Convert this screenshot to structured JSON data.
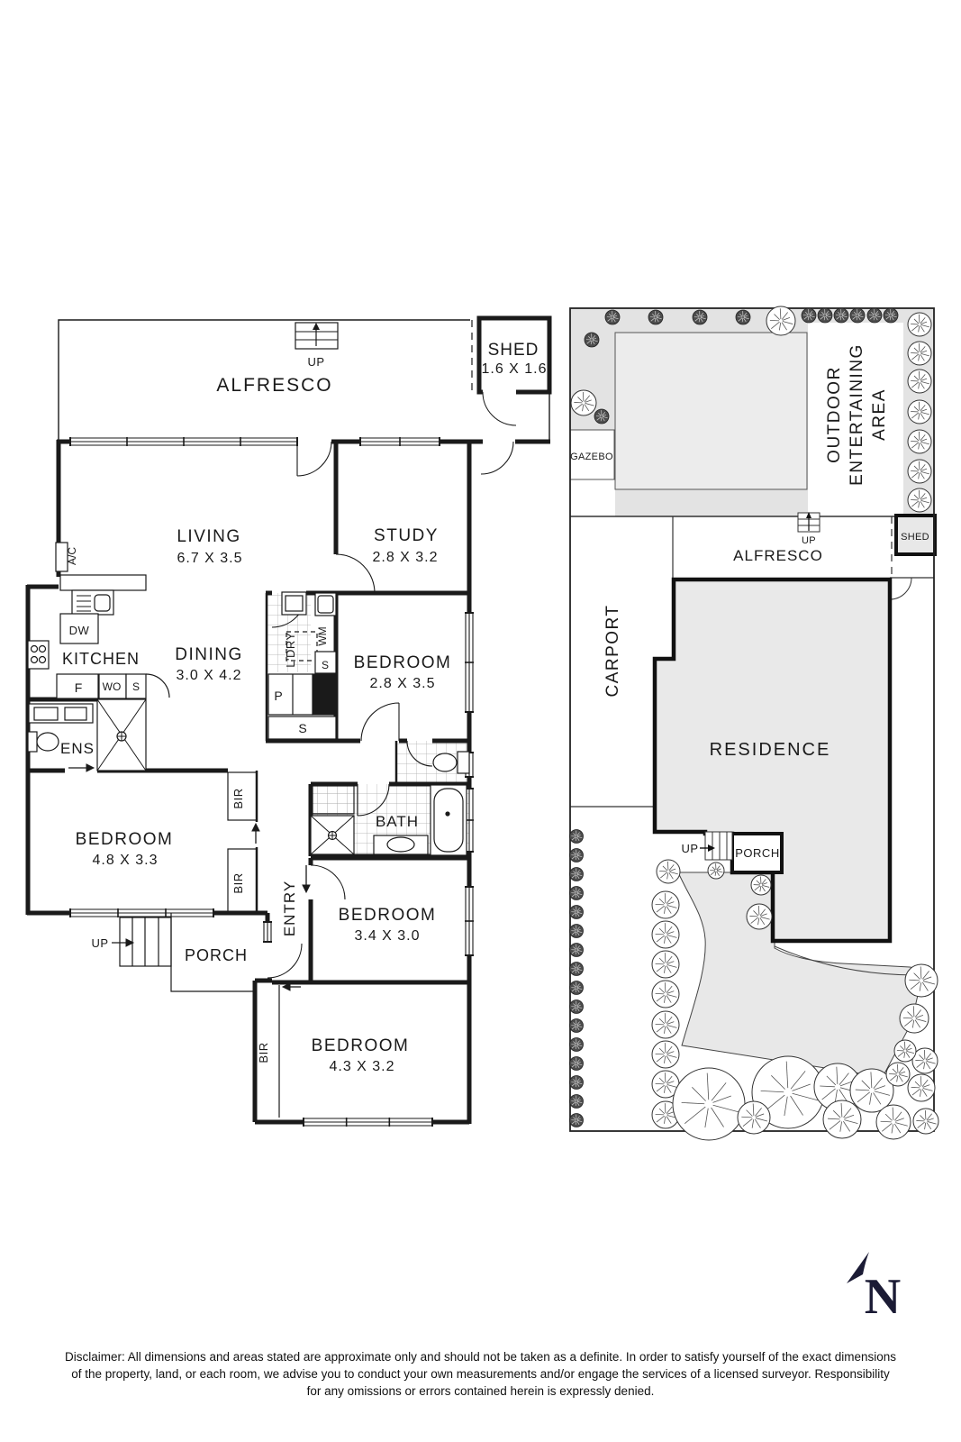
{
  "colors": {
    "wall": "#1a1a1a",
    "site_gray": "#e3e3e3",
    "residence_gray": "#e9e9e9",
    "navy": "#1b1b35"
  },
  "floor_plan": {
    "alfresco": {
      "label": "ALFRESCO",
      "up": "UP"
    },
    "shed": {
      "label": "SHED",
      "dims": "1.6 X 1.6"
    },
    "living": {
      "label": "LIVING",
      "dims": "6.7 X 3.5"
    },
    "study": {
      "label": "STUDY",
      "dims": "2.8 X 3.2"
    },
    "kitchen": {
      "label": "KITCHEN",
      "dw": "DW",
      "fridge": "F",
      "wall_oven": "WO",
      "shelf": "S",
      "ac": "A/C"
    },
    "dining": {
      "label": "DINING",
      "dims": "3.0 X 4.2"
    },
    "laundry": {
      "label": "L'DRY",
      "wm": "WM",
      "s_upper": "S",
      "pantry": "P",
      "s_lower": "S"
    },
    "bedroom2": {
      "label": "BEDROOM",
      "dims": "2.8 X 3.5"
    },
    "ens": {
      "label": "ENS"
    },
    "bedroom1": {
      "label": "BEDROOM",
      "dims": "4.8 X 3.3"
    },
    "bath": {
      "label": "BATH"
    },
    "entry": {
      "label": "ENTRY"
    },
    "bedroom3": {
      "label": "BEDROOM",
      "dims": "3.4 X 3.0"
    },
    "porch": {
      "label": "PORCH",
      "up": "UP"
    },
    "bedroom4": {
      "label": "BEDROOM",
      "dims": "4.3 X 3.2"
    },
    "bir": "BIR"
  },
  "site_plan": {
    "gazebo": "GAZEBO",
    "outdoor_area": {
      "line1": "OUTDOOR",
      "line2": "ENTERTAINING",
      "line3": "AREA"
    },
    "alfresco": {
      "label": "ALFRESCO",
      "up": "UP"
    },
    "shed": "SHED",
    "carport": "CARPORT",
    "residence": "RESIDENCE",
    "porch": {
      "label": "PORCH",
      "up": "UP"
    }
  },
  "north": {
    "label": "N"
  },
  "disclaimer": {
    "line1": "Disclaimer: All dimensions and areas stated are approximate only and should not be taken as a definite. In order to satisfy yourself of the exact dimensions",
    "line2": "of the property, land, or each room, we advise you to conduct your own measurements and/or engage the services of a licensed surveyor. Responsibility",
    "line3": "for any omissions or errors contained herein is expressly denied."
  }
}
